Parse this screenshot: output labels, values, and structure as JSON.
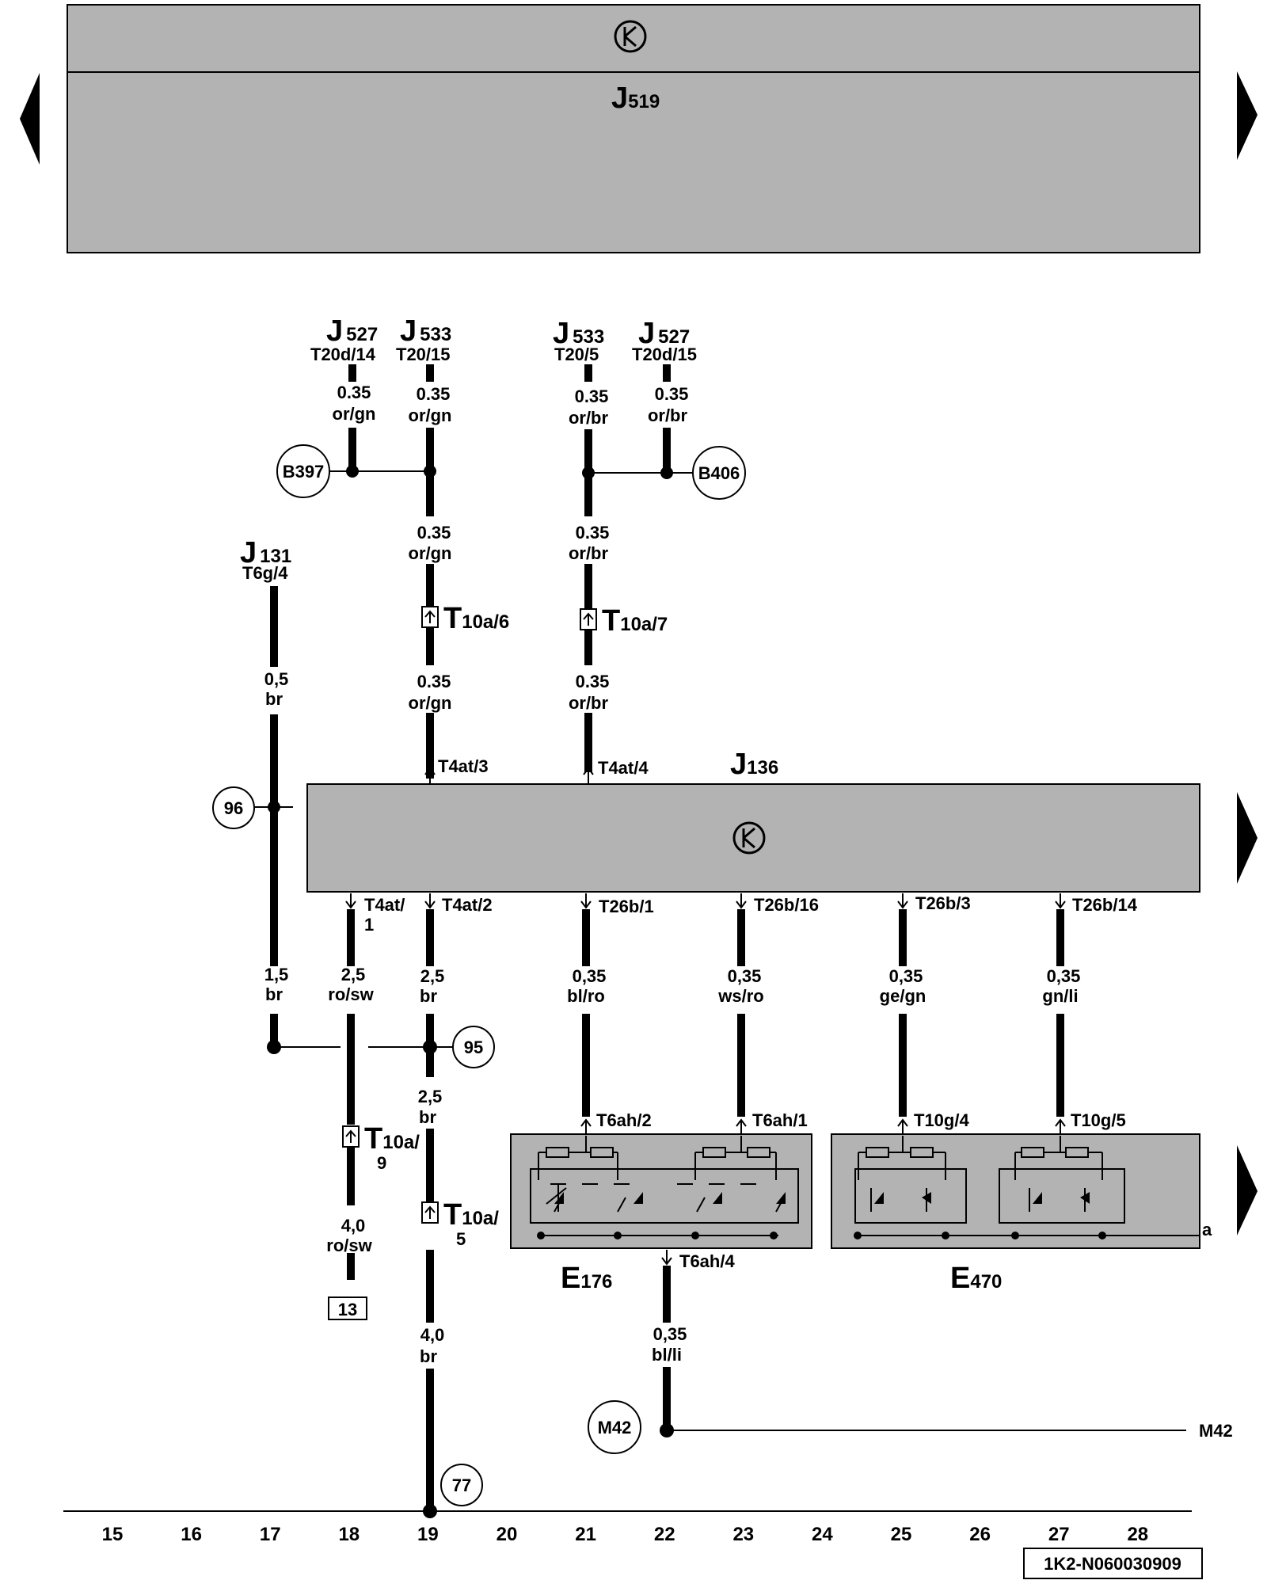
{
  "modules": {
    "j519": {
      "letter": "J",
      "num": "519"
    },
    "j136": {
      "letter": "J",
      "num": "136"
    },
    "e176": {
      "letter": "E",
      "num": "176"
    },
    "e470": {
      "letter": "E",
      "num": "470"
    }
  },
  "top_refs": [
    {
      "letter": "J",
      "num": "527",
      "pin": "T20d/14"
    },
    {
      "letter": "J",
      "num": "533",
      "pin": "T20/15"
    },
    {
      "letter": "J",
      "num": "533",
      "pin": "T20/5"
    },
    {
      "letter": "J",
      "num": "527",
      "pin": "T20d/15"
    },
    {
      "letter": "J",
      "num": "131",
      "pin": "T6g/4"
    }
  ],
  "wire_labels": [
    {
      "size": "0.35",
      "color": "or/gn"
    },
    {
      "size": "0.35",
      "color": "or/gn"
    },
    {
      "size": "0.35",
      "color": "or/br"
    },
    {
      "size": "0.35",
      "color": "or/br"
    },
    {
      "size": "0.35",
      "color": "or/gn"
    },
    {
      "size": "0.35",
      "color": "or/br"
    },
    {
      "size": "0.35",
      "color": "or/gn"
    },
    {
      "size": "0.35",
      "color": "or/br"
    },
    {
      "size": "0,5",
      "color": "br"
    },
    {
      "size": "1,5",
      "color": "br"
    },
    {
      "size": "2,5",
      "color": "ro/sw"
    },
    {
      "size": "2,5",
      "color": "br"
    },
    {
      "size": "0,35",
      "color": "bl/ro"
    },
    {
      "size": "0,35",
      "color": "ws/ro"
    },
    {
      "size": "0,35",
      "color": "ge/gn"
    },
    {
      "size": "0,35",
      "color": "gn/li"
    },
    {
      "size": "2,5",
      "color": "br"
    },
    {
      "size": "4,0",
      "color": "ro/sw"
    },
    {
      "size": "4,0",
      "color": "br"
    },
    {
      "size": "0,35",
      "color": "bl/li"
    }
  ],
  "connectors": {
    "t10a6": {
      "T": "T",
      "rest": "10a/6"
    },
    "t10a7": {
      "T": "T",
      "rest": "10a/7"
    },
    "t10a9": {
      "T": "T",
      "rest": "10a/",
      "line2": "9"
    },
    "t10a5": {
      "T": "T",
      "rest": "10a/",
      "line2": "5"
    }
  },
  "pins": {
    "t4at3": "T4at/3",
    "t4at4": "T4at/4",
    "t4at1": "T4at/",
    "t4at1_b": "1",
    "t4at2": "T4at/2",
    "t26b1": "T26b/1",
    "t26b16": "T26b/16",
    "t26b3": "T26b/3",
    "t26b14": "T26b/14",
    "t6ah2": "T6ah/2",
    "t6ah1": "T6ah/1",
    "t10g4": "T10g/4",
    "t10g5": "T10g/5",
    "t6ah4": "T6ah/4"
  },
  "circles": {
    "b397": "B397",
    "b406": "B406",
    "c96": "96",
    "c95": "95",
    "m42": "M42",
    "c77": "77"
  },
  "refs": {
    "box13": "13",
    "a_label": "a",
    "m42_label": "M42"
  },
  "grid_numbers": [
    "15",
    "16",
    "17",
    "18",
    "19",
    "20",
    "21",
    "22",
    "23",
    "24",
    "25",
    "26",
    "27",
    "28"
  ],
  "diagram_code": "1K2-N060030909"
}
